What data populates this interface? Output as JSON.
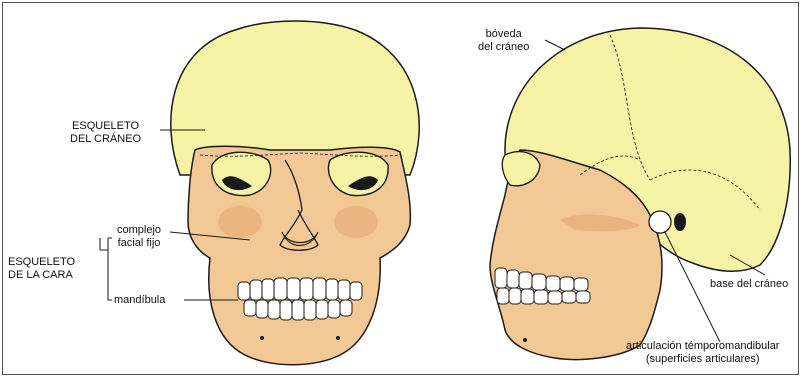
{
  "labels": {
    "esqueleto_craneo": [
      "ESQUELETO",
      "DEL CRÁNEO"
    ],
    "esqueleto_cara": [
      "ESQUELETO",
      "DE LA CARA"
    ],
    "complejo": [
      "complejo",
      "facial fijo"
    ],
    "mandibula": "mandíbula",
    "boveda": [
      "bóveda",
      "del cráneo"
    ],
    "base": "base del cráneo",
    "articulacion": [
      "articulación témporomandibular",
      "(superficies articulares)"
    ]
  },
  "colors": {
    "cranium": "#f6f3a6",
    "face": "#f2c995",
    "face_shade": "#e6a876",
    "teeth": "#ffffff",
    "line": "#1a1a1a"
  }
}
